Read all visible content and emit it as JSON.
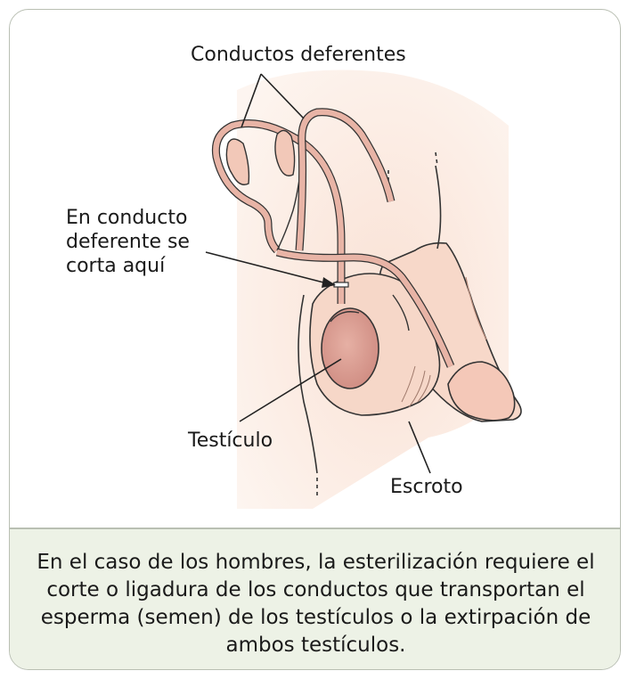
{
  "labels": {
    "vas_deferens": "Conductos deferentes",
    "cut_site": "En conducto deferente se corta aquí",
    "testicle": "Testículo",
    "scrotum": "Escroto"
  },
  "caption": "En el caso de los hombres, la esterilización requiere el corte o ligadura de los conductos que transportan el esperma (semen) de los testículos o la extirpación de ambos testículos.",
  "colors": {
    "border": "#b9bfb3",
    "caption_background": "#edf2e6",
    "skin": "#fae8dc",
    "duct": "#e8b4a6",
    "testicle": "#e0a39a"
  }
}
